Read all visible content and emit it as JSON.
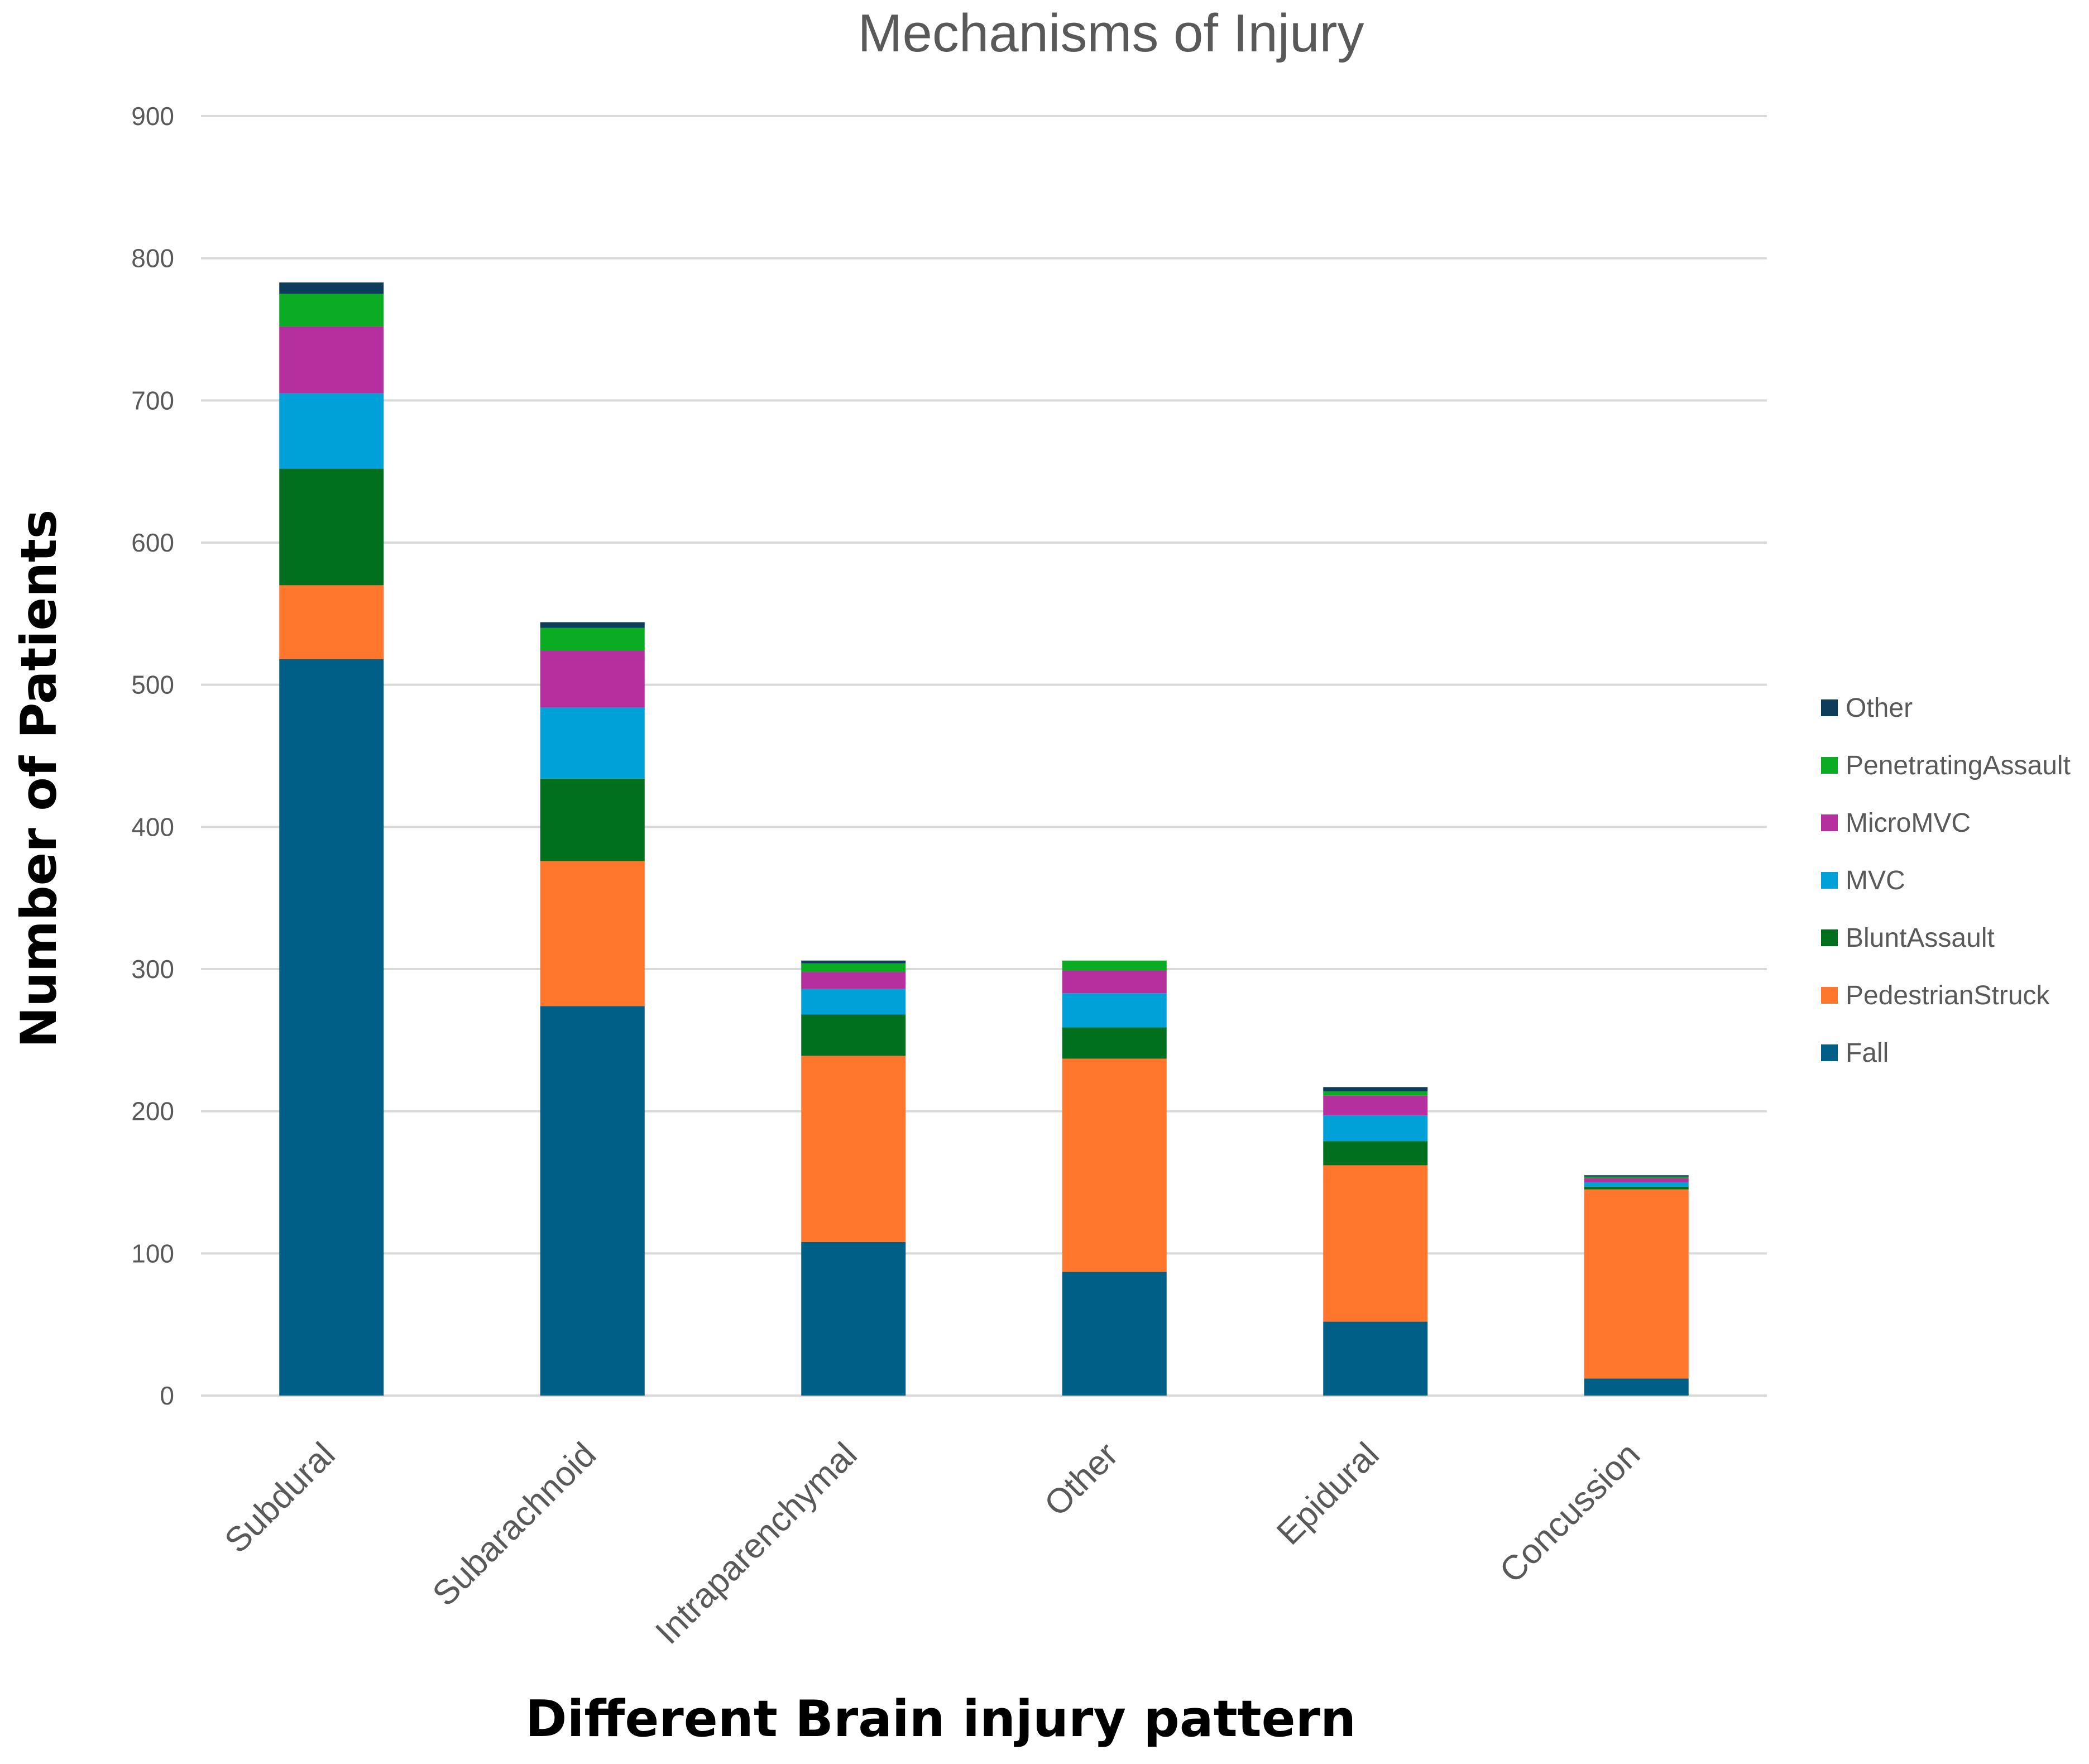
{
  "chart_data": {
    "type": "bar",
    "stacked": true,
    "title": "Mechanisms of Injury",
    "xlabel": "Different Brain injury pattern",
    "ylabel": "Number of Patients",
    "ylim": [
      0,
      900
    ],
    "yticks": [
      0,
      100,
      200,
      300,
      400,
      500,
      600,
      700,
      800,
      900
    ],
    "grid": true,
    "legend_position": "right",
    "categories": [
      "Subdural",
      "Subarachnoid",
      "Intraparenchymal",
      "Other",
      "Epidural",
      "Concussion"
    ],
    "series": [
      {
        "name": "Fall",
        "color": "#005f86",
        "values": [
          518,
          274,
          108,
          87,
          52,
          12
        ]
      },
      {
        "name": "PedestrianStruck",
        "color": "#ff762c",
        "values": [
          52,
          102,
          131,
          150,
          110,
          133
        ]
      },
      {
        "name": "BluntAssault",
        "color": "#00701e",
        "values": [
          82,
          58,
          29,
          22,
          17,
          2
        ]
      },
      {
        "name": "MVC",
        "color": "#00a0d8",
        "values": [
          53,
          50,
          18,
          24,
          18,
          3
        ]
      },
      {
        "name": "MicroMVC",
        "color": "#b5309e",
        "values": [
          47,
          40,
          12,
          16,
          14,
          3
        ]
      },
      {
        "name": "PenetratingAssault",
        "color": "#0bab23",
        "values": [
          23,
          16,
          6,
          7,
          3,
          1
        ]
      },
      {
        "name": "Other",
        "color": "#0d3d5a",
        "values": [
          8,
          4,
          2,
          0,
          3,
          1
        ]
      }
    ]
  }
}
